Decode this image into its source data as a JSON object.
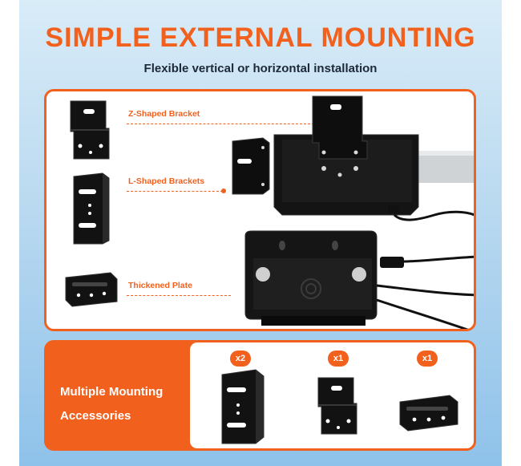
{
  "header": {
    "title": "SIMPLE EXTERNAL MOUNTING",
    "subtitle": "Flexible vertical or horizontal installation"
  },
  "callouts": [
    {
      "label": "Z-Shaped Bracket"
    },
    {
      "label": "L-Shaped Brackets"
    },
    {
      "label": "Thickened Plate"
    }
  ],
  "accessories": {
    "heading": "Multiple Mounting Accessories",
    "items": [
      {
        "qty": "x2"
      },
      {
        "qty": "x1"
      },
      {
        "qty": "x1"
      }
    ]
  },
  "colors": {
    "accent": "#f2601e",
    "metal": "#111111",
    "text_dark": "#1d2838"
  }
}
